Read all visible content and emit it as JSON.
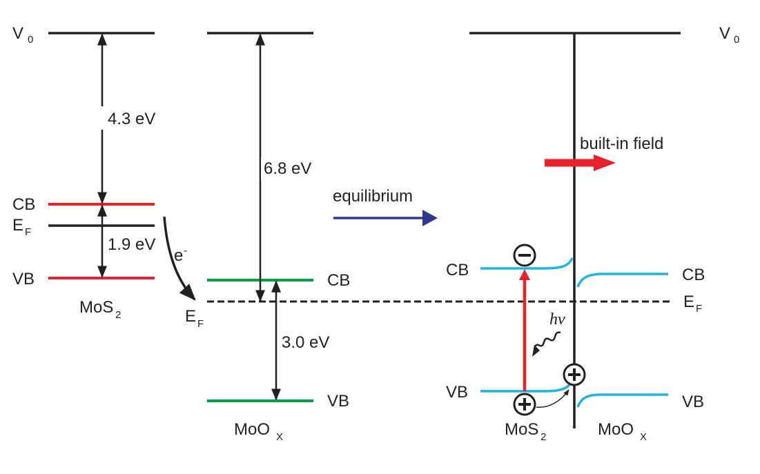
{
  "labels": {
    "v0": "V",
    "v0_sub": "0",
    "cb": "CB",
    "vb": "VB",
    "ef": "E",
    "ef_sub": "F",
    "mos2_main": "MoS",
    "mos2_sub": "2",
    "moox_main": "MoO",
    "moox_sub": "X",
    "electron": "e",
    "electron_sup": "-",
    "equilibrium": "equilibrium",
    "built_in_field": "built-in field",
    "hv": "hv",
    "plus": "+",
    "minus": "−"
  },
  "energies": {
    "mos2_affinity": "4.3 eV",
    "mos2_gap": "1.9 eV",
    "moox_affinity": "6.8 eV",
    "moox_gap": "3.0 eV"
  },
  "colors": {
    "mos2_band": "#e8202a",
    "moox_band": "#00a04b",
    "bent_band": "#1fb3e8",
    "equilibrium_arrow": "#2b3990",
    "field_arrow": "#e8202a",
    "photon_arrow": "#e8202a",
    "line": "#231f20"
  }
}
